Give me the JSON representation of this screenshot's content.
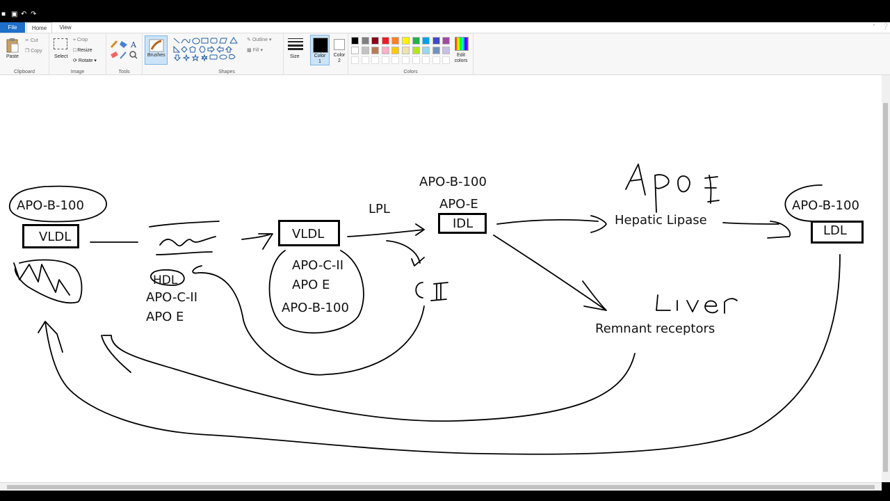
{
  "tabs": {
    "file": "File",
    "home": "Home",
    "view": "View"
  },
  "ribbon": {
    "clipboard": {
      "paste": "Paste",
      "cut": "Cut",
      "copy": "Copy",
      "label": "Clipboard"
    },
    "image": {
      "select": "Select",
      "crop": "Crop",
      "resize": "Resize",
      "rotate": "Rotate",
      "label": "Image"
    },
    "tools": {
      "label": "Tools"
    },
    "brushes": {
      "label": "Brushes"
    },
    "shapes": {
      "outline": "Outline",
      "fill": "Fill",
      "label": "Shapes"
    },
    "size": {
      "label": "Size"
    },
    "color1": {
      "label1": "Color",
      "label2": "1"
    },
    "color2": {
      "label1": "Color",
      "label2": "2"
    },
    "edit_colors": {
      "label1": "Edit",
      "label2": "colors"
    },
    "colors_label": "Colors",
    "palette": [
      "#000000",
      "#7f7f7f",
      "#880015",
      "#ed1c24",
      "#ff7f27",
      "#fff200",
      "#22b14c",
      "#00a2e8",
      "#3f48cc",
      "#a349a4",
      "#ffffff",
      "#c3c3c3",
      "#b97a57",
      "#ffaec9",
      "#ffc90e",
      "#efe4b0",
      "#b5e61d",
      "#99d9ea",
      "#7092be",
      "#c8bfe7"
    ]
  },
  "drawing": {
    "apo_b100_left": "APO-B-100",
    "vldl_left": "VLDL",
    "hdl": "HDL",
    "apo_c2_left": "APO-C-II",
    "apo_e_left": "APO E",
    "vldl_mid": "VLDL",
    "apo_c2_mid": "APO-C-II",
    "apo_e_mid": "APO E",
    "apo_b100_mid": "APO-B-100",
    "lpl": "LPL",
    "apo_b100_idl": "APO-B-100",
    "apo_e_idl": "APO-E",
    "idl": "IDL",
    "c2": "C II",
    "apo_e_big": "Apo E",
    "hepatic_lipase": "Hepatic Lipase",
    "liver": "Liver",
    "remnant_receptors": "Remnant receptors",
    "apo_b100_right": "APO-B-100",
    "ldl": "LDL"
  }
}
